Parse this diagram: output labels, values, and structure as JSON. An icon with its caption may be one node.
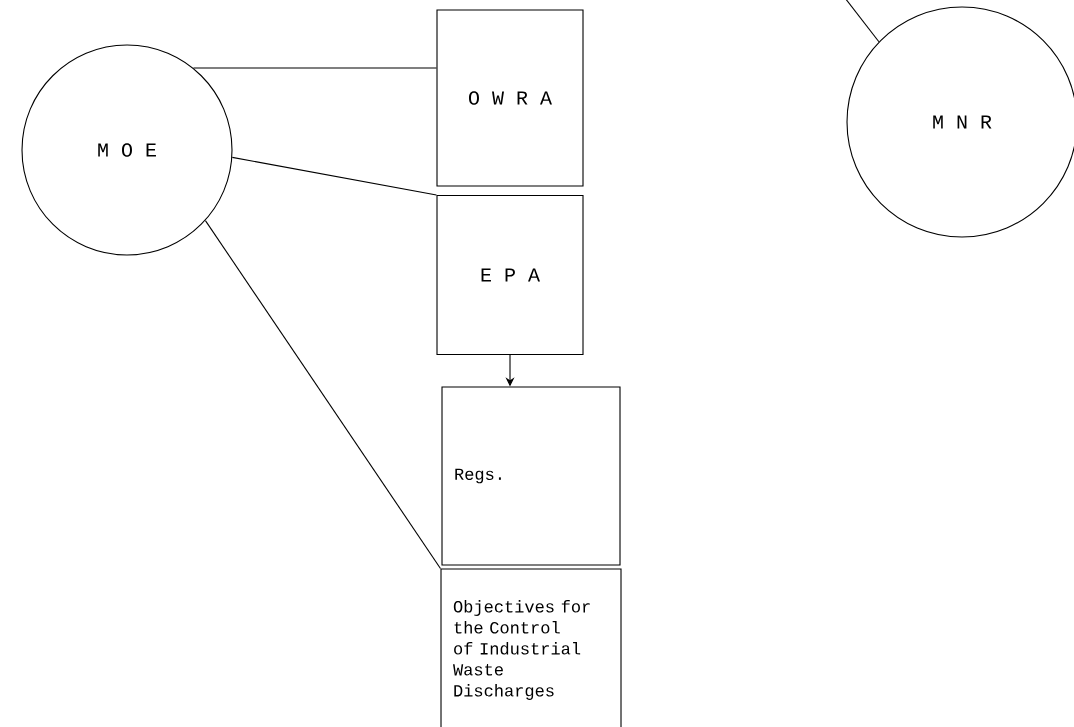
{
  "diagram": {
    "nodes": [
      {
        "text": [
          "M O E"
        ]
      },
      {
        "text": [
          "O W R A"
        ]
      },
      {
        "text": [
          "E P A"
        ]
      },
      {
        "text": [
          "Regs."
        ]
      },
      {
        "text": [
          "Objectives for the Control of Industrial Waste Discharges"
        ]
      },
      {
        "text": [
          "M N R"
        ]
      }
    ],
    "edges": [
      {
        "from": 0,
        "to": 1,
        "arrow": "none"
      },
      {
        "from": 0,
        "to": 2,
        "arrow": "none"
      },
      {
        "from": 2,
        "to": 3,
        "arrow": "to"
      },
      {
        "from": 0,
        "to": 4,
        "arrow": "none"
      },
      {
        "from": null,
        "to": 5,
        "arrow": "none"
      }
    ]
  }
}
